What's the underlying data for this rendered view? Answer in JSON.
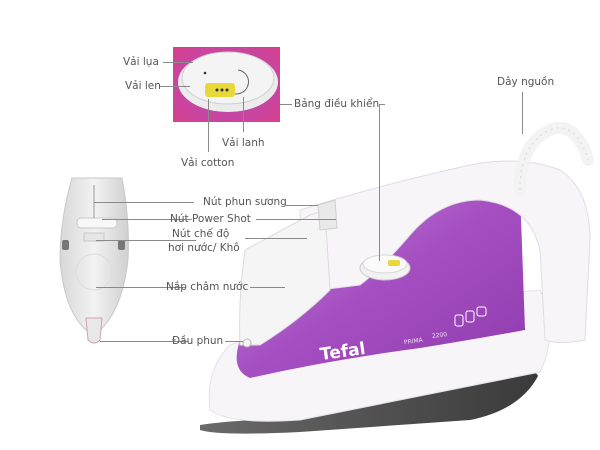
{
  "diagram": {
    "subject": "Tefal steam iron parts",
    "brand": "Tefal",
    "model_text": "PRIMA",
    "power_text": "2200",
    "colors": {
      "purple": "#a24fbf",
      "purple_light": "#c58ad6",
      "white_body": "#f7f5f8",
      "soleplate": "#4a4a4a",
      "dial_yellow": "#e8d83a",
      "label_text": "#555555",
      "leader_line": "#8a8a8a"
    },
    "inset_labels": {
      "silk": "Vải lụa",
      "wool": "Vải len",
      "linen": "Vải lanh",
      "cotton": "Vải cotton"
    },
    "labels": {
      "control_panel": "Bảng điều khiển",
      "power_cord": "Dây nguồn",
      "spray_button": "Nút phun sương",
      "power_shot_button": "Nút Power Shot",
      "steam_mode_line1": "Nút chế độ",
      "steam_mode_line2": "hơi nước/ Khô",
      "water_cap": "Nắp châm nước",
      "spray_nozzle": "Đầu phun"
    }
  }
}
